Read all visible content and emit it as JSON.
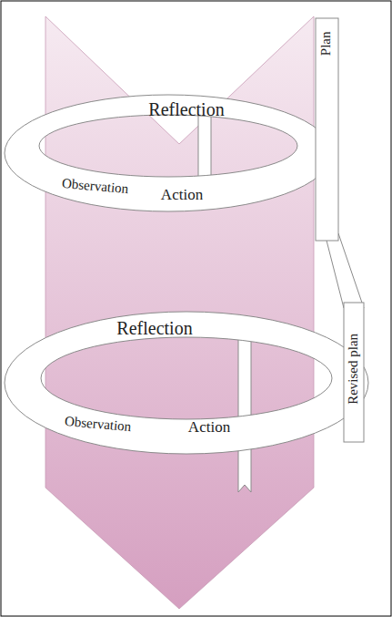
{
  "diagram": {
    "labels": [
      "Plan",
      "Reflection",
      "Observation",
      "Action",
      "Revised plan",
      "Reflection",
      "Observation",
      "Action"
    ]
  }
}
